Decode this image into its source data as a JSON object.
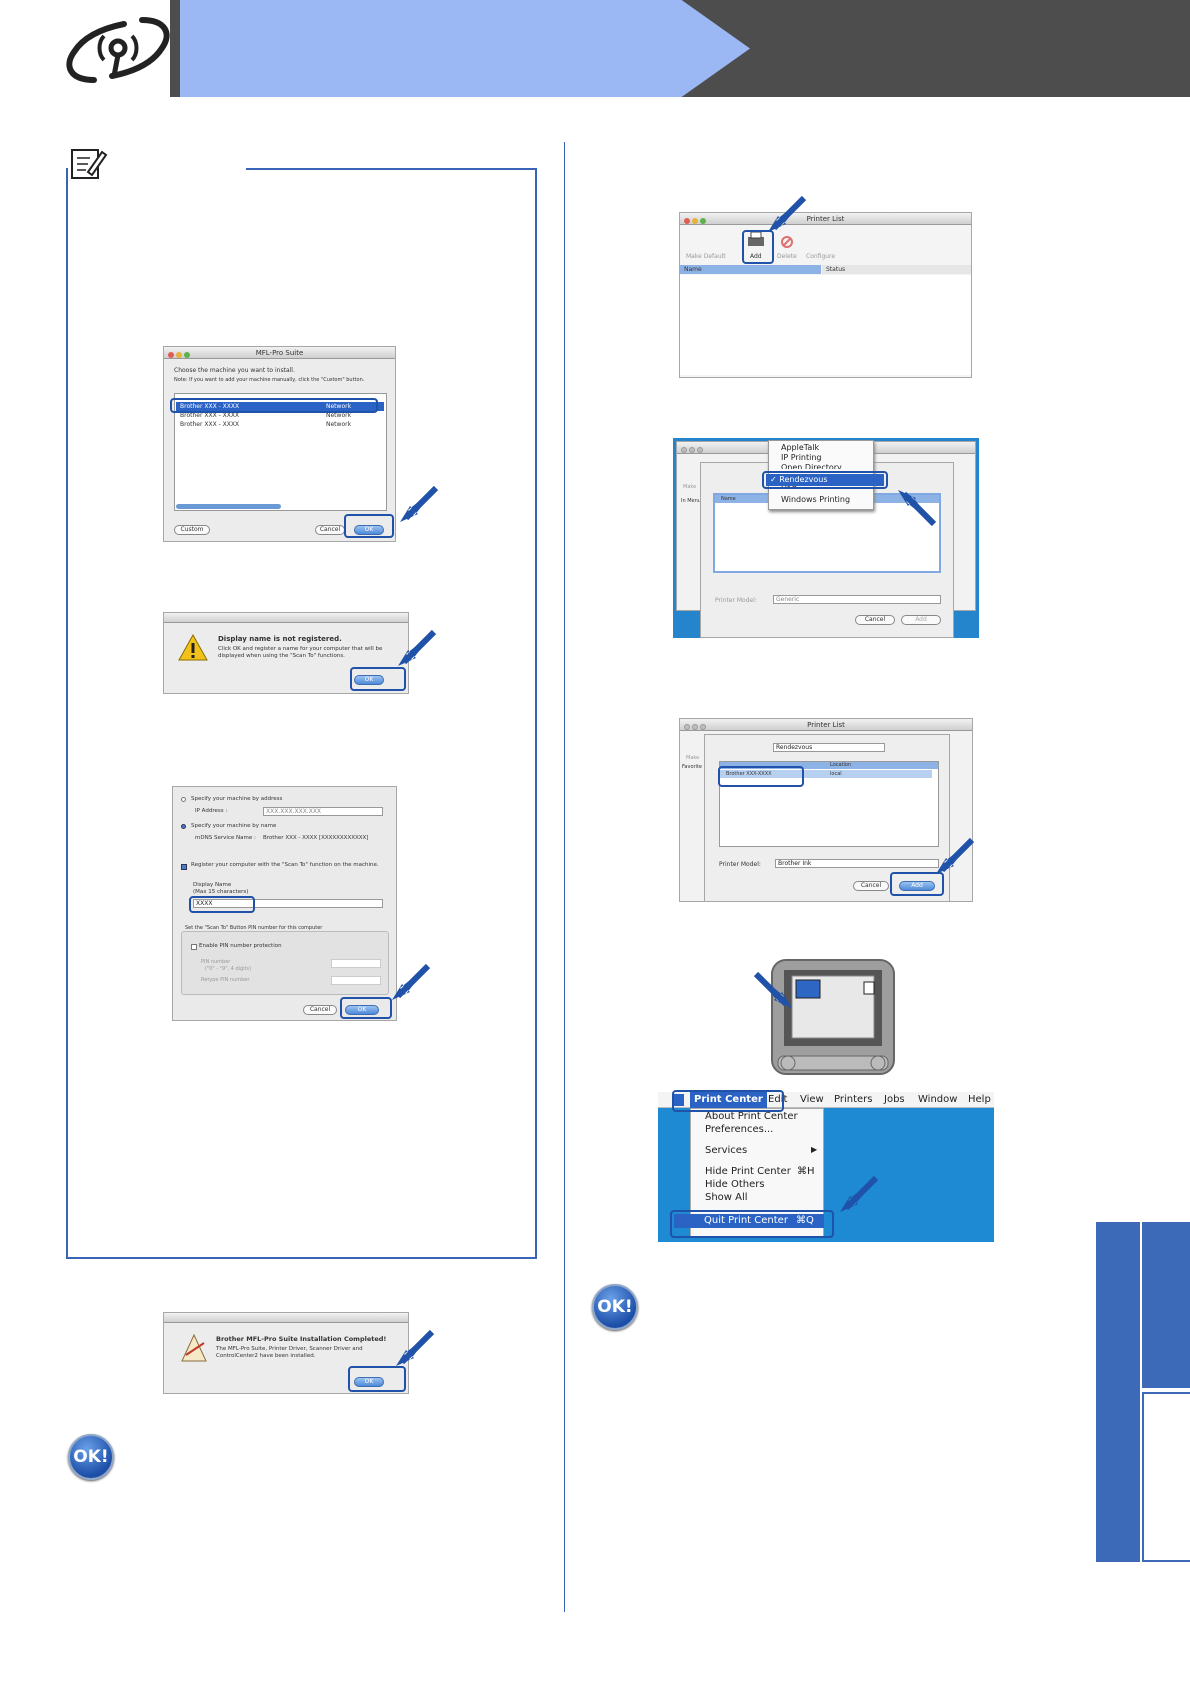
{
  "step1": {
    "title": "MFL-Pro Suite",
    "prompt": "Choose the machine you want to install.",
    "note": "Note: If you want to add your machine manually, click the \"Custom\" button.",
    "machines": [
      {
        "name": "Brother XXX - XXXX",
        "type": "Network"
      },
      {
        "name": "Brother XXX - XXXX",
        "type": "Network"
      },
      {
        "name": "Brother XXX - XXXX",
        "type": "Network"
      }
    ],
    "custom": "Custom",
    "cancel": "Cancel",
    "ok": "OK"
  },
  "step2": {
    "title": "Display name is not registered.",
    "body": "Click OK and register a name for your computer that will be displayed when using the \"Scan To\" functions.",
    "ok": "OK"
  },
  "step3": {
    "by_address": "Specify your machine by address",
    "ip_label": "IP Address :",
    "ip_value": "XXX.XXX.XXX.XXX",
    "by_name": "Specify your machine by name",
    "mdns_label": "mDNS Service Name :",
    "mdns_value": "Brother XXX - XXXX  [XXXXXXXXXXXX]",
    "register": "Register your computer with the \"Scan To\" function on the machine.",
    "display_name": "Display Name",
    "max_chars": "(Max 15 characters)",
    "display_value": "XXXX",
    "pin_section": "Set the \"Scan To\" Button PIN number for this computer",
    "enable_pin": "Enable PIN number protection",
    "pin_number": "PIN number",
    "pin_hint": "(\"0\" - \"9\", 4 digits)",
    "retype": "Retype PIN number",
    "cancel": "Cancel",
    "ok": "OK"
  },
  "step4": {
    "title": "Brother MFL-Pro Suite Installation Completed!",
    "body": "The MFL-Pro Suite, Printer Driver, Scanner Driver and ControlCenter2 have been installed.",
    "ok": "OK"
  },
  "ok_badge": "OK!",
  "printer_list": {
    "title": "Printer List",
    "toolbar": [
      "Make Default",
      "Add",
      "Delete",
      "Configure"
    ],
    "col_name": "Name",
    "col_status": "Status"
  },
  "add_printer": {
    "menu": [
      "AppleTalk",
      "IP Printing",
      "Open Directory",
      "Rendezvous",
      "USB",
      "Windows Printing"
    ],
    "make": "Make",
    "in_menu": "In Menu",
    "name": "Name",
    "printer_model": "Printer Model:",
    "model_value": "Generic",
    "cancel": "Cancel",
    "add": "Add"
  },
  "rendezvous": {
    "title": "Printer List",
    "popup": "Rendezvous",
    "make": "Make",
    "favorite": "Favorite",
    "col_location": "Location",
    "printer": "Brother  XXX-XXXX",
    "location": "local",
    "printer_model": "Printer Model:",
    "model_value": "Brother Ink",
    "cancel": "Cancel",
    "add": "Add"
  },
  "menu": {
    "bar": [
      "Print Center",
      "Edit",
      "View",
      "Printers",
      "Jobs",
      "Window",
      "Help"
    ],
    "items": [
      "About Print Center",
      "Preferences...",
      "Services",
      "Hide Print Center",
      "Hide Others",
      "Show All",
      "Quit Print Center"
    ],
    "hide_shortcut": "⌘H",
    "quit_shortcut": "⌘Q"
  },
  "colors": {
    "accent": "#3a64b8",
    "header_blue": "#9cb8f4",
    "header_dark": "#4d4d4d"
  }
}
